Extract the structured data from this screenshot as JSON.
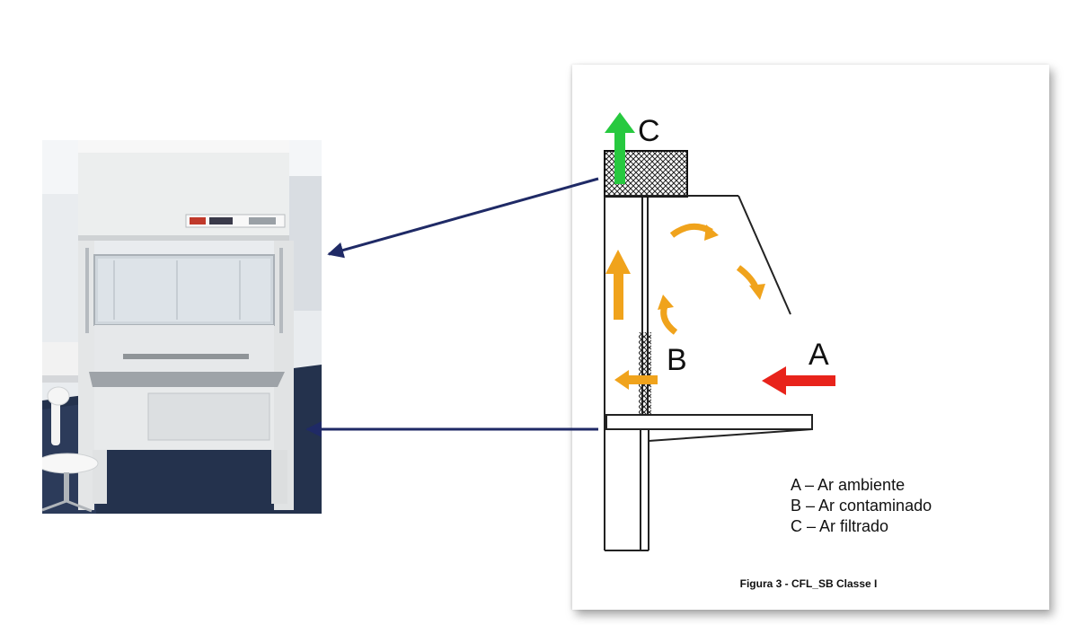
{
  "diagram": {
    "labels": {
      "a": "A",
      "b": "B",
      "c": "C"
    },
    "legend": [
      "A – Ar ambiente",
      "B – Ar contaminado",
      "C – Ar filtrado"
    ],
    "caption": "Figura 3 - CFL_SB Classe I"
  },
  "colors": {
    "arrow_in": "#e8231b",
    "arrow_out": "#27c93f",
    "airflow": "#f0a31c",
    "pointer": "#1f2a66"
  }
}
